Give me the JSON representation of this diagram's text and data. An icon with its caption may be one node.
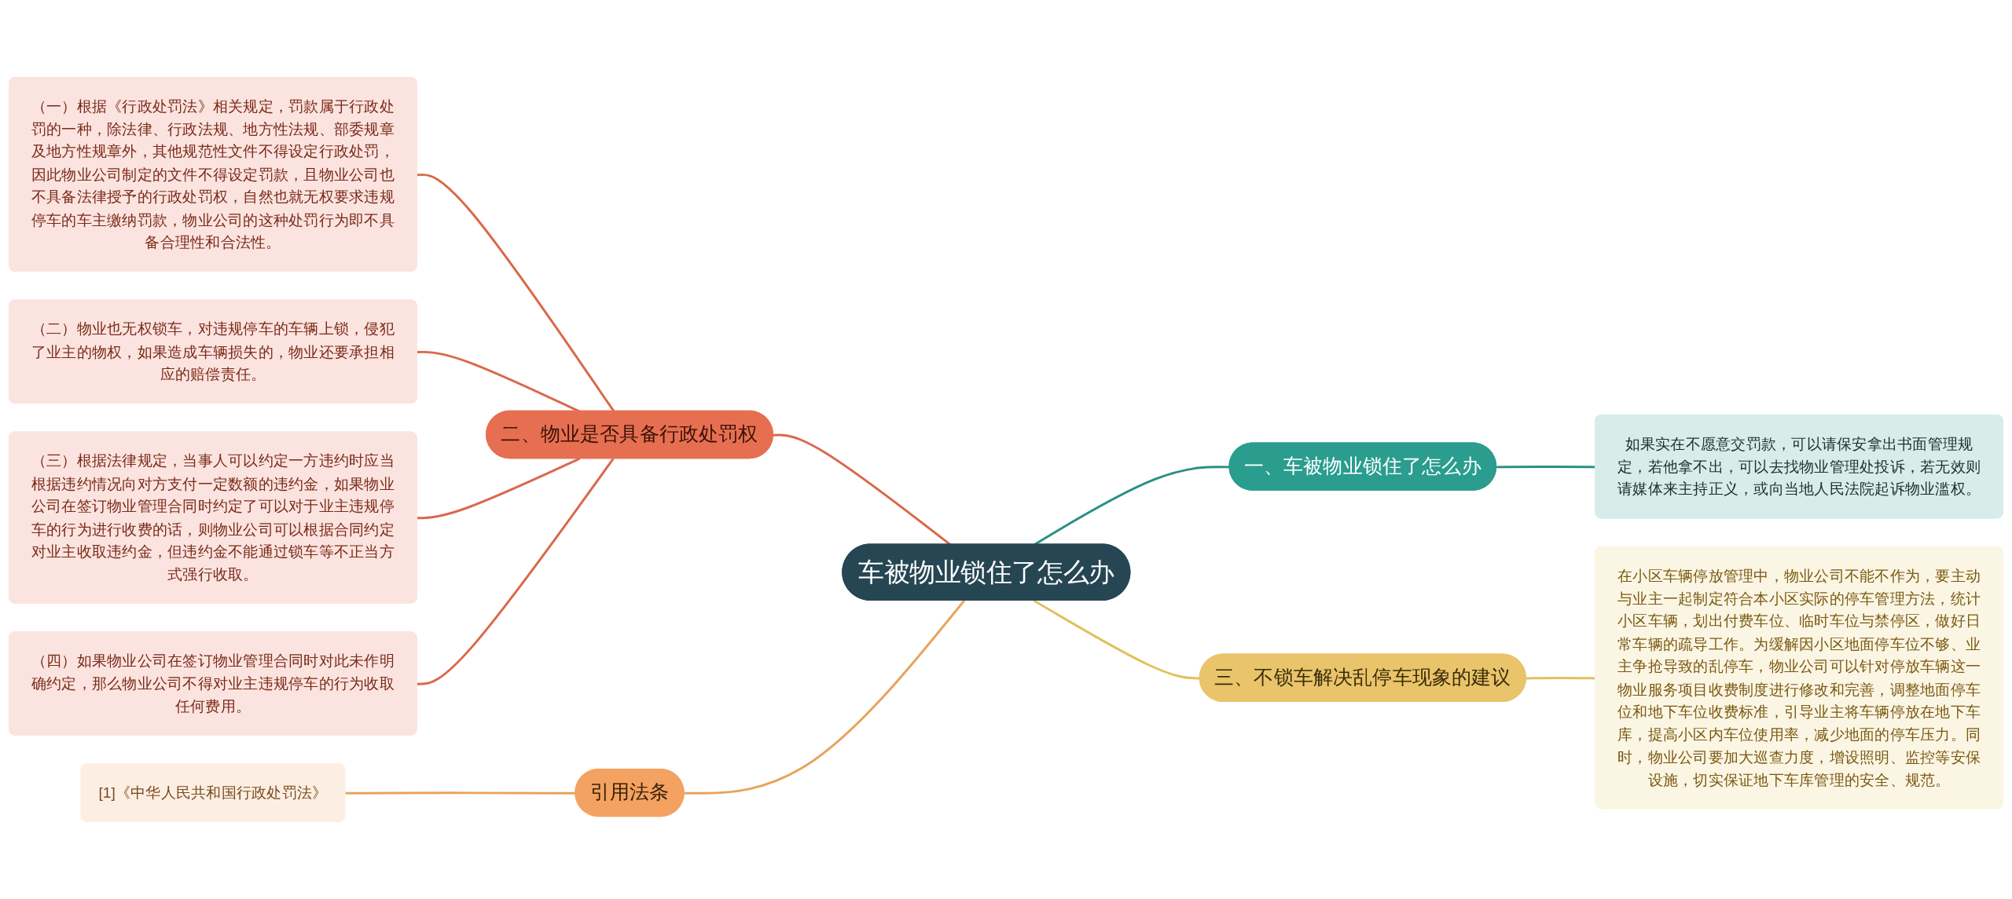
{
  "diagram": {
    "nodes": [
      {
        "text": [
          "车被物业锁住了怎么办"
        ]
      },
      {
        "text": [
          "二、物业是否具备行政处罚权"
        ]
      },
      {
        "text": [
          "（一）根据《行政处罚法》相关规定，罚款属于行政处罚的一种，除法律、行政法规、地方性法规、部委规章及地方性规章外，其他规范性文件不得设定行政处罚，因此物业公司制定的文件不得设定罚款，且物业公司也不具备法律授予的行政处罚权，自然也就无权要求违规停车的车主缴纳罚款，物业公司的这种处罚行为即不具备合理性和合法性。"
        ]
      },
      {
        "text": [
          "（二）物业也无权锁车，对违规停车的车辆上锁，侵犯了业主的物权，如果造成车辆损失的，物业还要承担相应的赔偿责任。"
        ]
      },
      {
        "text": [
          "（三）根据法律规定，当事人可以约定一方违约时应当根据违约情况向对方支付一定数额的违约金，如果物业公司在签订物业管理合同时约定了可以对于业主违规停车的行为进行收费的话，则物业公司可以根据合同约定对业主收取违约金，但违约金不能通过锁车等不正当方式强行收取。"
        ]
      },
      {
        "text": [
          "（四）如果物业公司在签订物业管理合同时对此未作明确约定，那么物业公司不得对业主违规停车的行为收取任何费用。"
        ]
      },
      {
        "text": [
          "引用法条"
        ]
      },
      {
        "text": [
          "[1]《中华人民共和国行政处罚法》"
        ]
      },
      {
        "text": [
          "一、车被物业锁住了怎么办"
        ]
      },
      {
        "text": [
          "如果实在不愿意交罚款，可以请保安拿出书面管理规定，若他拿不出，可以去找物业管理处投诉，若无效则请媒体来主持正义，或向当地人民法院起诉物业滥权。"
        ]
      },
      {
        "text": [
          "三、不锁车解决乱停车现象的建议"
        ]
      },
      {
        "text": [
          "在小区车辆停放管理中，物业公司不能不作为，要主动与业主一起制定符合本小区实际的停车管理方法，统计小区车辆，划出付费车位、临时车位与禁停区，做好日常车辆的疏导工作。为缓解因小区地面停车位不够、业主争抢导致的乱停车，物业公司可以针对停放车辆这一物业服务项目收费制度进行修改和完善，调整地面停车位和地下车位收费标准，引导业主将车辆停放在地下车库，提高小区内车位使用率，减少地面的停车压力。同时，物业公司要加大巡查力度，增设照明、监控等安保设施，切实保证地下车库管理的安全、规范。"
        ]
      }
    ],
    "edges": [
      {
        "from": 0,
        "to": 1,
        "arrow": "none"
      },
      {
        "from": 1,
        "to": 2,
        "arrow": "none"
      },
      {
        "from": 1,
        "to": 3,
        "arrow": "none"
      },
      {
        "from": 1,
        "to": 4,
        "arrow": "none"
      },
      {
        "from": 1,
        "to": 5,
        "arrow": "none"
      },
      {
        "from": 0,
        "to": 6,
        "arrow": "none",
        "color": "#e8a35e"
      },
      {
        "from": 6,
        "to": 7,
        "arrow": "none",
        "color": "#e8a35e"
      },
      {
        "from": 0,
        "to": 8,
        "arrow": "none",
        "color": "#2a8f84"
      },
      {
        "from": 8,
        "to": 9,
        "arrow": "none",
        "color": "#2a8f84"
      },
      {
        "from": 0,
        "to": 10,
        "arrow": "none",
        "color": "#e3c05e"
      },
      {
        "from": 10,
        "to": 11,
        "arrow": "none",
        "color": "#e3c05e"
      }
    ]
  }
}
